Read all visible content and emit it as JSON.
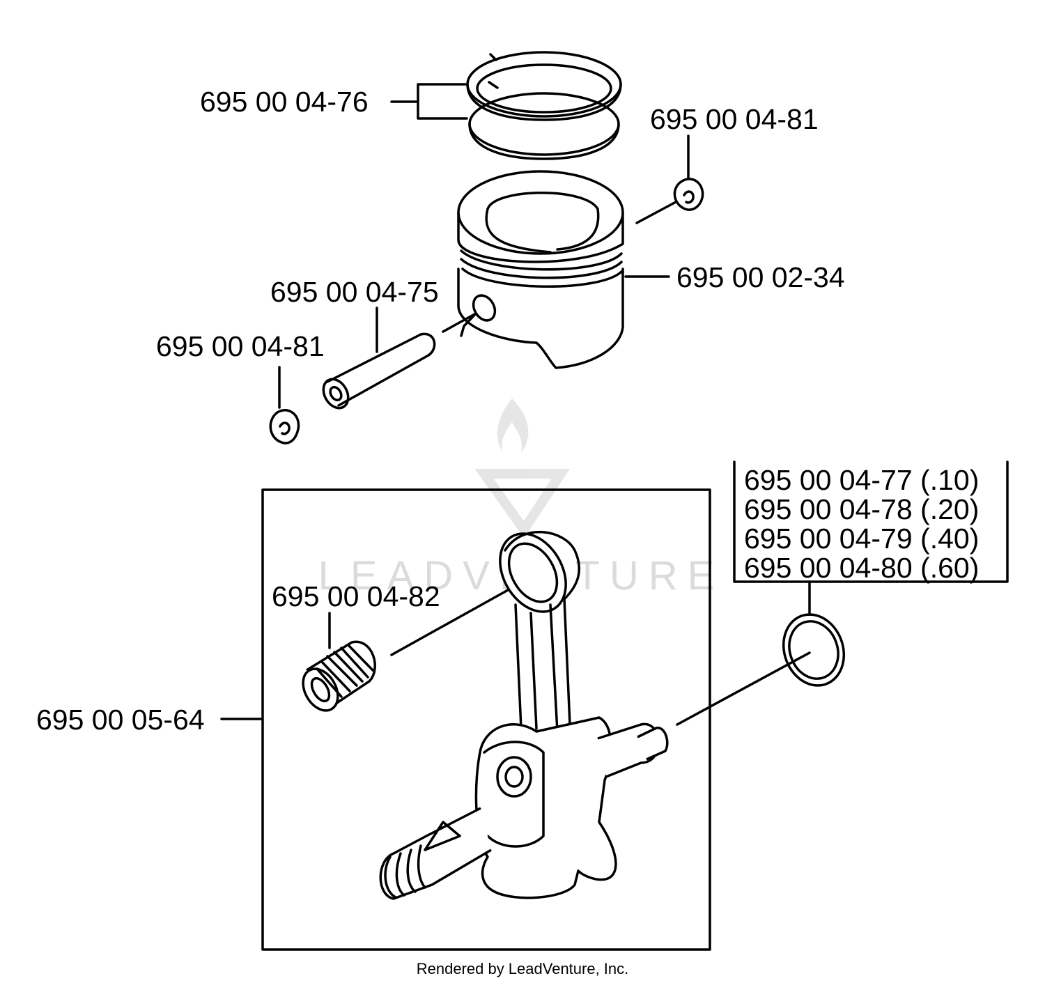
{
  "labels": {
    "rings": "695 00 04-76",
    "circlip_right": "695 00 04-81",
    "piston": "695 00 02-34",
    "piston_pin": "695 00 04-75",
    "circlip_left": "695 00 04-81",
    "needle_bearing": "695 00 04-82",
    "crankshaft_assembly": "695 00 05-64",
    "washer_options": [
      "695 00 04-77 (.10)",
      "695 00 04-78 (.20)",
      "695 00 04-79 (.40)",
      "695 00 04-80 (.60)"
    ]
  },
  "watermark": "LEADVENTURE",
  "footer": "Rendered by LeadVenture, Inc."
}
